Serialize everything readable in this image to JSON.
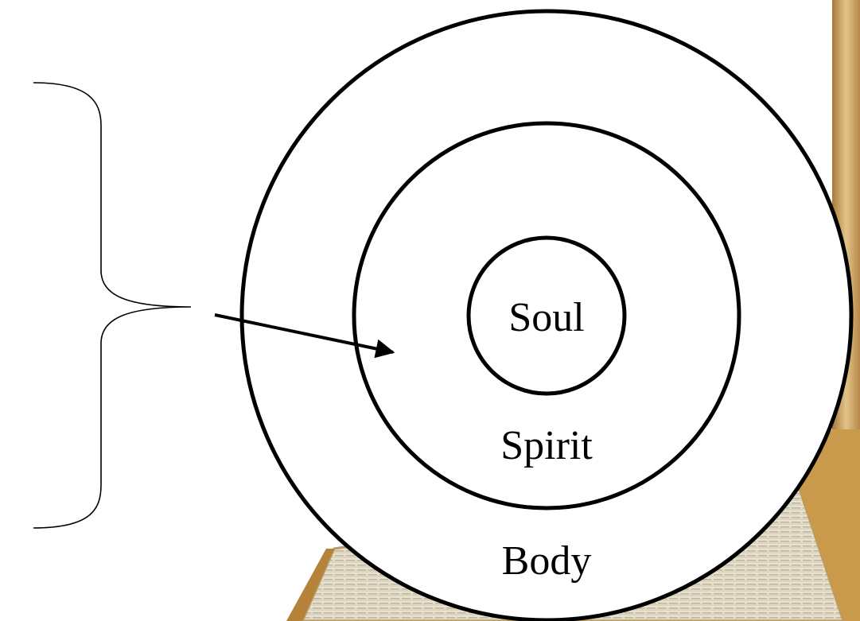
{
  "diagram": {
    "labels": {
      "inner": "Soul",
      "middle": "Spirit",
      "outer": "Body"
    },
    "colors": {
      "stroke": "#000000",
      "fill": "#ffffff",
      "background_book_wood": "#c9a35a",
      "background_book_paper": "#e6e0cc"
    }
  }
}
